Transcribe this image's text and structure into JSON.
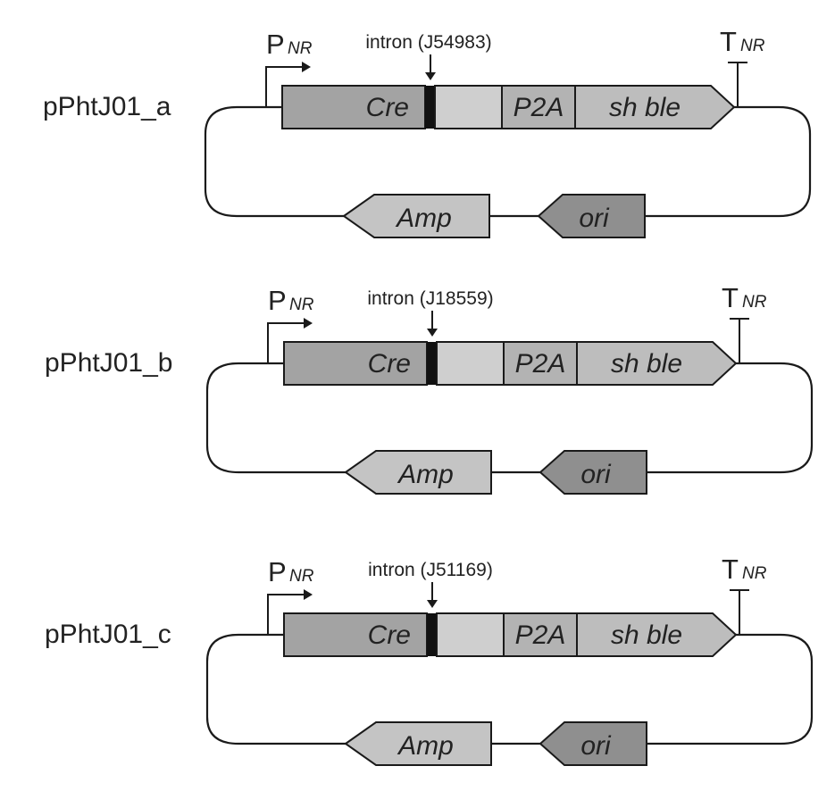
{
  "colors": {
    "cre": "#a3a3a3",
    "linker": "#cfcfcf",
    "p2a": "#b3b3b3",
    "shble": "#bdbdbd",
    "amp": "#c4c4c4",
    "ori": "#8f8f8f",
    "intron_bar": "#111111",
    "line": "#1a1a1a"
  },
  "plasmids": [
    {
      "name": "pPhtJ01_a",
      "intron": "intron (J54983)",
      "promoter": {
        "main": "P",
        "sub": "NR"
      },
      "terminator": {
        "main": "T",
        "sub": "NR"
      },
      "genes": {
        "cre": "Cre",
        "p2a": "P2A",
        "shble": "sh ble",
        "amp": "Amp",
        "ori": "ori"
      }
    },
    {
      "name": "pPhtJ01_b",
      "intron": "intron (J18559)",
      "promoter": {
        "main": "P",
        "sub": "NR"
      },
      "terminator": {
        "main": "T",
        "sub": "NR"
      },
      "genes": {
        "cre": "Cre",
        "p2a": "P2A",
        "shble": "sh ble",
        "amp": "Amp",
        "ori": "ori"
      }
    },
    {
      "name": "pPhtJ01_c",
      "intron": "intron (J51169)",
      "promoter": {
        "main": "P",
        "sub": "NR"
      },
      "terminator": {
        "main": "T",
        "sub": "NR"
      },
      "genes": {
        "cre": "Cre",
        "p2a": "P2A",
        "shble": "sh ble",
        "amp": "Amp",
        "ori": "ori"
      }
    }
  ]
}
